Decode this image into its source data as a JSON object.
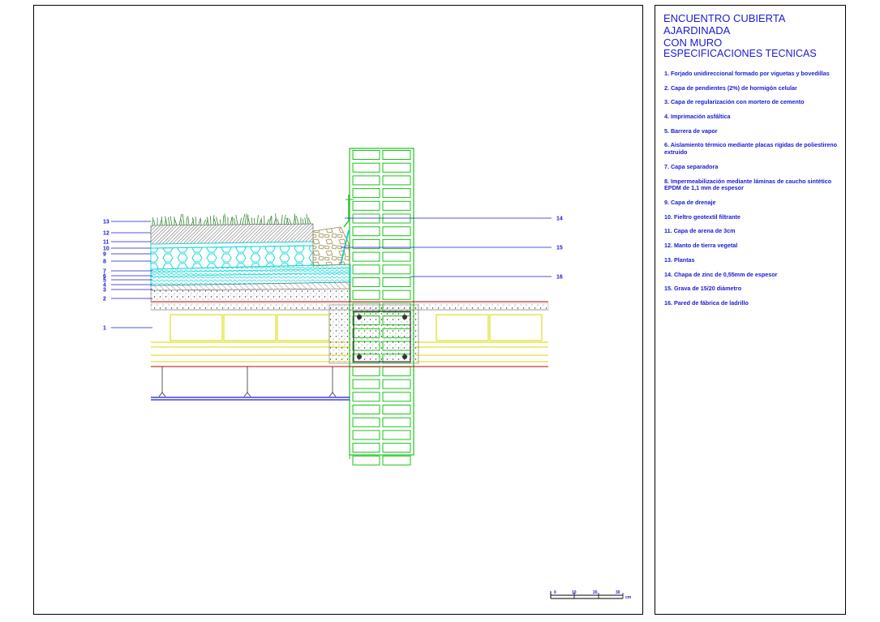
{
  "title": [
    "ENCUENTRO CUBIERTA AJARDINADA",
    "CON  MURO"
  ],
  "subtitle": "ESPECIFICACIONES TECNICAS",
  "specs": [
    "1. Forjado unidireccional formado por viguetas y bovedillas",
    "2. Capa de pendientes (2%) de hormigón celular",
    "3. Capa de regularización con mortero de cemento",
    "4. Imprimación asfáltica",
    "5. Barrera de vapor",
    "6. Aislamiento térmico mediante placas rígidas de poliestireno extruido",
    "7. Capa separadora",
    "8. Impermeabilización mediante láminas de caucho sintético EPDM de 1,1 mm de espesor",
    "9. Capa de drenaje",
    "10. Fieltro geotextil filtrante",
    "11. Capa de arena de 3cm",
    "12. Manto de tierra vegetal",
    "13. Plantas",
    "14. Chapa de zinc de 0,55mm de espesor",
    "15. Grava de 15/20 diámetro",
    "16. Pared de fábrica de ladrillo"
  ],
  "callouts_left": [
    "13",
    "12",
    "11",
    "10",
    "9",
    "8",
    "7",
    "6",
    "5",
    "4",
    "3",
    "2",
    "1"
  ],
  "callouts_right": [
    "14",
    "15",
    "16"
  ],
  "scale_bar": {
    "ticks": [
      "0",
      "10",
      "20",
      "30"
    ],
    "unit": "cm"
  },
  "colors": {
    "annotation": "#1a1ad6",
    "brick": "#18c418",
    "membrane": "#1ad8d8",
    "grass": "#2a8a2a",
    "slab_line": "#c00000",
    "joist": "#d8d800"
  }
}
